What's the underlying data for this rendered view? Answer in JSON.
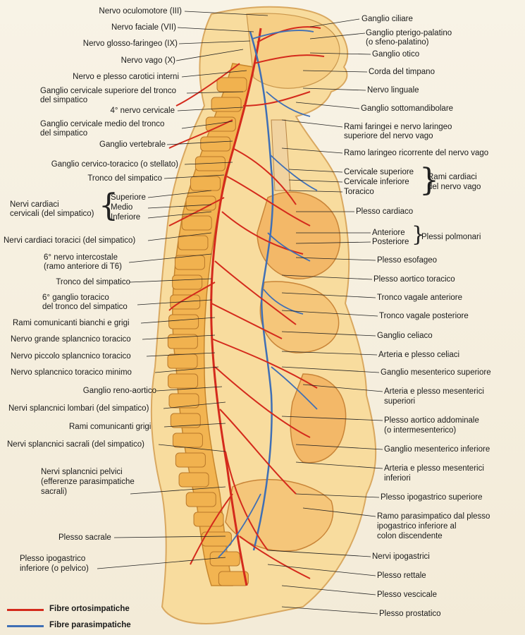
{
  "colors": {
    "ortho": "#d42a1c",
    "para": "#3f6fb5",
    "skin": "#f7d48e",
    "bone": "#f1b24f",
    "organ": "#f0b86a"
  },
  "left_labels": [
    "Nervo oculomotore (III)",
    "Nervo faciale (VII)",
    "Nervo glosso-faringeo (IX)",
    "Nervo vago (X)",
    "Nervo e plesso carotici interni",
    "Ganglio cervicale superiore del tronco",
    "del simpatico",
    "4° nervo cervicale",
    "Ganglio cervicale medio del tronco",
    "del simpatico",
    "Ganglio vertebrale",
    "Ganglio cervico-toracico (o stellato)",
    "Tronco del simpatico",
    "Nervi cardiaci",
    "cervicali (del simpatico)",
    "Superiore",
    "Medio",
    "Inferiore",
    "Nervi cardiaci toracici (del simpatico)",
    "6° nervo intercostale",
    "(ramo anteriore di T6)",
    "Tronco del simpatico",
    "6° ganglio toracico",
    "del tronco del simpatico",
    "Rami comunicanti bianchi e grigi",
    "Nervo grande splancnico toracico",
    "Nervo piccolo splancnico toracico",
    "Nervo splancnico toracico minimo",
    "Ganglio reno-aortico",
    "Nervi splancnici lombari (del simpatico)",
    "Rami comunicanti grigi",
    "Nervi splancnici sacrali (del simpatico)",
    "Nervi splancnici pelvici",
    "(efferenze parasimpatiche",
    "sacrali)",
    "Plesso sacrale",
    "Plesso ipogastrico",
    "inferiore (o pelvico)"
  ],
  "right_labels": [
    "Ganglio ciliare",
    "Ganglio pterigo-palatino",
    "(o sfeno-palatino)",
    "Ganglio otico",
    "Corda del timpano",
    "Nervo linguale",
    "Ganglio sottomandibolare",
    "Rami faringei e nervo laringeo",
    "superiore del nervo vago",
    "Ramo laringeo ricorrente del nervo vago",
    "Cervicale superiore",
    "Cervicale inferiore",
    "Toracico",
    "Rami cardiaci",
    "del nervo vago",
    "Plesso cardiaco",
    "Anteriore",
    "Posteriore",
    "Plessi polmonari",
    "Plesso esofageo",
    "Plesso aortico toracico",
    "Tronco vagale anteriore",
    "Tronco vagale posteriore",
    "Ganglio celiaco",
    "Arteria e plesso celiaci",
    "Ganglio mesenterico superiore",
    "Arteria e plesso mesenterici",
    "superiori",
    "Plesso aortico addominale",
    "(o intermesenterico)",
    "Ganglio mesenterico inferiore",
    "Arteria e plesso mesenterici",
    "inferiori",
    "Plesso ipogastrico superiore",
    "Ramo parasimpatico dal plesso",
    "ipogastrico inferiore al",
    "colon discendente",
    "Nervi ipogastrici",
    "Plesso rettale",
    "Plesso vescicale",
    "Plesso prostatico"
  ],
  "legend": [
    {
      "label": "Fibre ortosimpatiche",
      "color": "#d42a1c"
    },
    {
      "label": "Fibre parasimpatiche",
      "color": "#3f6fb5"
    }
  ]
}
